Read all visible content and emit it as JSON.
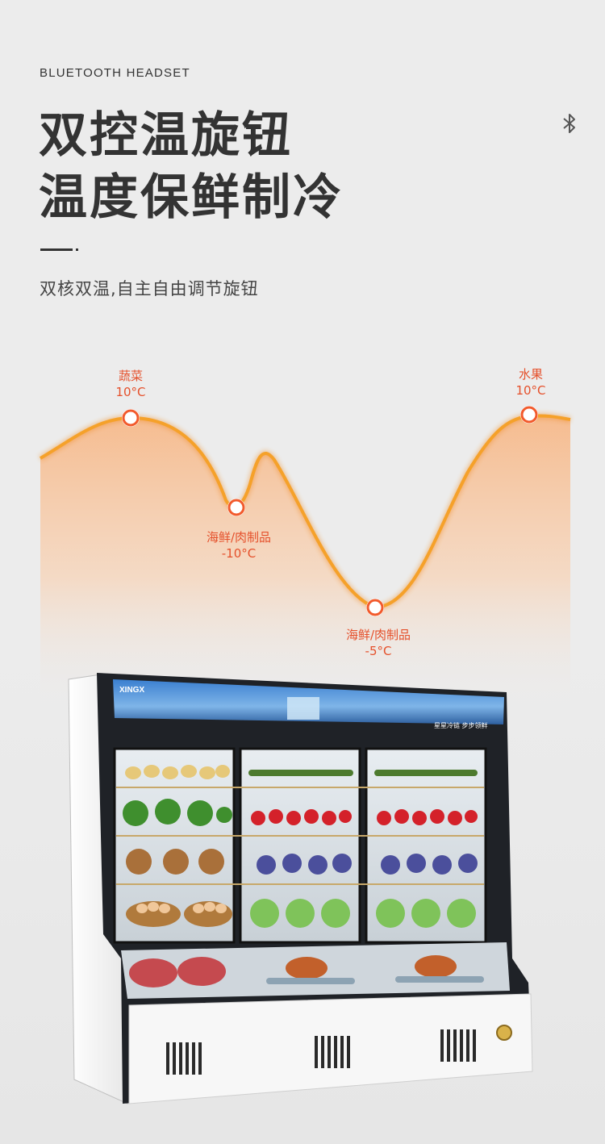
{
  "header": {
    "eyebrow": "BLUETOOTH HEADSET",
    "title_line1": "双控温旋钮",
    "title_line2": "温度保鲜制冷",
    "subtitle": "双核双温,自主自由调节旋钮",
    "icon": "bluetooth-icon"
  },
  "temperature_points": [
    {
      "name": "蔬菜",
      "temp": "10°C"
    },
    {
      "name": "海鲜/肉制品",
      "temp": "-10°C"
    },
    {
      "name": "海鲜/肉制品",
      "temp": "-5°C"
    },
    {
      "name": "水果",
      "temp": "10°C"
    }
  ],
  "product": {
    "brand": "XINGX",
    "banner_text": "星星冷链 步步领鲜"
  },
  "colors": {
    "curve": "#f5a12a",
    "accent_text": "#e5502b",
    "title": "#333333"
  }
}
